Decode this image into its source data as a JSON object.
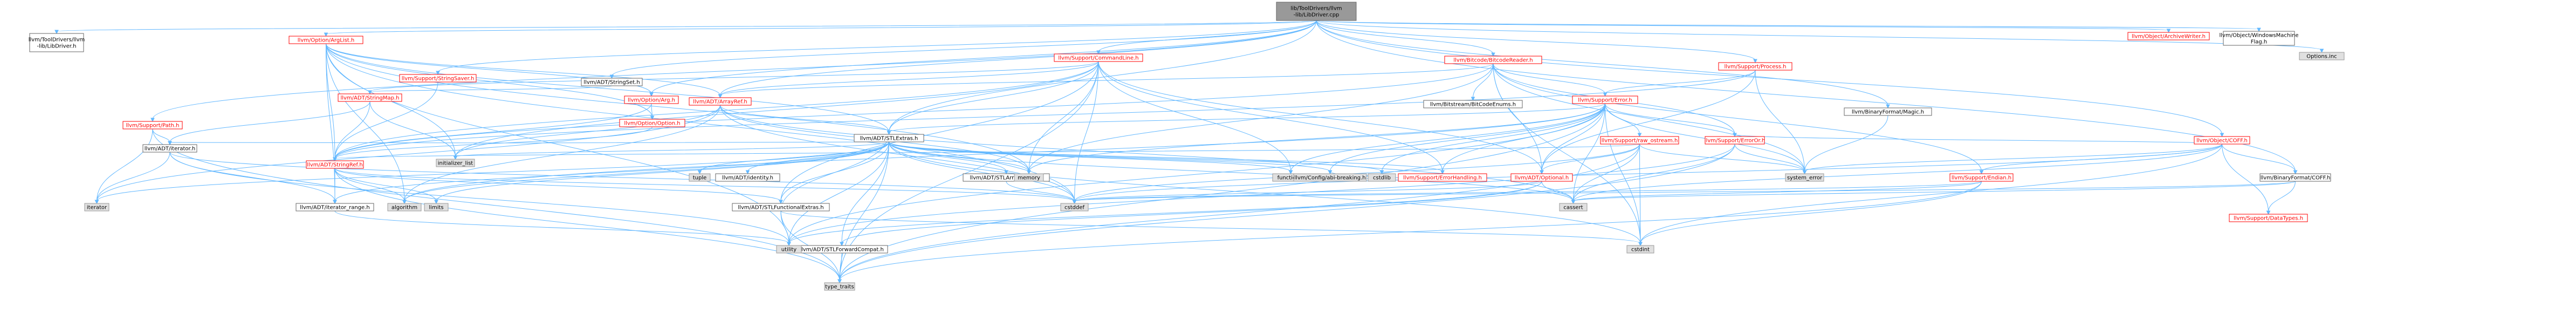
{
  "colors": {
    "root_fill": "#999999",
    "internal_fill": "#ffffff",
    "internal_stroke": "#ff0000",
    "internal_text": "#ff0000",
    "leaf_fill": "#e0e0e0",
    "leaf_stroke": "#999999",
    "text": "#000000",
    "edge": "#63b8ff"
  },
  "nodes": [
    {
      "id": "root",
      "lines": [
        "lib/ToolDrivers/llvm",
        "-lib/LibDriver.cpp"
      ],
      "kind": "root"
    },
    {
      "id": "libdriver",
      "lines": [
        "llvm/ToolDrivers/llvm",
        "-lib/LibDriver.h"
      ],
      "kind": "plain"
    },
    {
      "id": "optarglist",
      "lines": [
        "llvm/Option/ArgList.h"
      ],
      "kind": "internal"
    },
    {
      "id": "supportpath",
      "lines": [
        "llvm/Support/Path.h"
      ],
      "kind": "internal"
    },
    {
      "id": "stringset",
      "lines": [
        "llvm/ADT/StringSet.h"
      ],
      "kind": "plain"
    },
    {
      "id": "stringsaver",
      "lines": [
        "llvm/Support/StringSaver.h"
      ],
      "kind": "internal"
    },
    {
      "id": "stringmap",
      "lines": [
        "llvm/ADT/StringMap.h"
      ],
      "kind": "internal"
    },
    {
      "id": "adtiterator",
      "lines": [
        "llvm/ADT/iterator.h"
      ],
      "kind": "plain"
    },
    {
      "id": "stringref",
      "lines": [
        "llvm/ADT/StringRef.h"
      ],
      "kind": "internal"
    },
    {
      "id": "iterator",
      "lines": [
        "iterator"
      ],
      "kind": "leaf"
    },
    {
      "id": "iterrange",
      "lines": [
        "llvm/ADT/iterator_range.h"
      ],
      "kind": "plain"
    },
    {
      "id": "algorithm",
      "lines": [
        "algorithm"
      ],
      "kind": "leaf"
    },
    {
      "id": "limits",
      "lines": [
        "limits"
      ],
      "kind": "leaf"
    },
    {
      "id": "initlist",
      "lines": [
        "initializer_list"
      ],
      "kind": "leaf"
    },
    {
      "id": "optionarg",
      "lines": [
        "llvm/Option/Arg.h"
      ],
      "kind": "internal"
    },
    {
      "id": "optionoption",
      "lines": [
        "llvm/Option/Option.h"
      ],
      "kind": "internal"
    },
    {
      "id": "cmdline",
      "lines": [
        "llvm/Support/CommandLine.h"
      ],
      "kind": "internal"
    },
    {
      "id": "arrayref",
      "lines": [
        "llvm/ADT/ArrayRef.h"
      ],
      "kind": "internal"
    },
    {
      "id": "stlextras",
      "lines": [
        "llvm/ADT/STLExtras.h"
      ],
      "kind": "plain"
    },
    {
      "id": "tuple",
      "lines": [
        "tuple"
      ],
      "kind": "leaf"
    },
    {
      "id": "identity",
      "lines": [
        "llvm/ADT/identity.h"
      ],
      "kind": "plain"
    },
    {
      "id": "stlarrayext",
      "lines": [
        "llvm/ADT/STLArrayExtras.h"
      ],
      "kind": "plain"
    },
    {
      "id": "stlfuncext",
      "lines": [
        "llvm/ADT/STLFunctionalExtras.h"
      ],
      "kind": "plain"
    },
    {
      "id": "stlfwdcompat",
      "lines": [
        "llvm/ADT/STLForwardCompat.h"
      ],
      "kind": "plain"
    },
    {
      "id": "memory",
      "lines": [
        "memory"
      ],
      "kind": "leaf"
    },
    {
      "id": "functional",
      "lines": [
        "functional"
      ],
      "kind": "leaf"
    },
    {
      "id": "configabi",
      "lines": [
        "llvm/Config/abi-breaking.h"
      ],
      "kind": "leaf"
    },
    {
      "id": "cstdlib",
      "lines": [
        "cstdlib"
      ],
      "kind": "leaf"
    },
    {
      "id": "errhandling",
      "lines": [
        "llvm/Support/ErrorHandling.h"
      ],
      "kind": "internal"
    },
    {
      "id": "optional",
      "lines": [
        "llvm/ADT/Optional.h"
      ],
      "kind": "internal"
    },
    {
      "id": "cstddef",
      "lines": [
        "cstddef"
      ],
      "kind": "leaf"
    },
    {
      "id": "cassert",
      "lines": [
        "cassert"
      ],
      "kind": "leaf"
    },
    {
      "id": "utility",
      "lines": [
        "utility"
      ],
      "kind": "leaf"
    },
    {
      "id": "cstdint",
      "lines": [
        "cstdint"
      ],
      "kind": "leaf"
    },
    {
      "id": "typetraits",
      "lines": [
        "type_traits"
      ],
      "kind": "leaf"
    },
    {
      "id": "bitcodereader",
      "lines": [
        "llvm/Bitcode/BitcodeReader.h"
      ],
      "kind": "internal"
    },
    {
      "id": "bitstreamenums",
      "lines": [
        "llvm/Bitstream/BitCodeEnums.h"
      ],
      "kind": "plain"
    },
    {
      "id": "supporterror",
      "lines": [
        "llvm/Support/Error.h"
      ],
      "kind": "internal"
    },
    {
      "id": "rawostream",
      "lines": [
        "llvm/Support/raw_ostream.h"
      ],
      "kind": "internal"
    },
    {
      "id": "erroror",
      "lines": [
        "llvm/Support/ErrorOr.h"
      ],
      "kind": "internal"
    },
    {
      "id": "systemerror",
      "lines": [
        "system_error"
      ],
      "kind": "leaf"
    },
    {
      "id": "supportendian",
      "lines": [
        "llvm/Support/Endian.h"
      ],
      "kind": "internal"
    },
    {
      "id": "supportprocess",
      "lines": [
        "llvm/Support/Process.h"
      ],
      "kind": "internal"
    },
    {
      "id": "binaryformatmagic",
      "lines": [
        "llvm/BinaryFormat/Magic.h"
      ],
      "kind": "plain"
    },
    {
      "id": "objectcoff",
      "lines": [
        "llvm/Object/COFF.h"
      ],
      "kind": "internal"
    },
    {
      "id": "binaryformatcoff",
      "lines": [
        "llvm/BinaryFormat/COFF.h"
      ],
      "kind": "plain"
    },
    {
      "id": "datatypes",
      "lines": [
        "llvm/Support/DataTypes.h"
      ],
      "kind": "internal"
    },
    {
      "id": "archivewriter",
      "lines": [
        "llvm/Object/ArchiveWriter.h"
      ],
      "kind": "internal"
    },
    {
      "id": "windowsmachine",
      "lines": [
        "llvm/Object/WindowsMachine",
        "Flag.h"
      ],
      "kind": "plain"
    },
    {
      "id": "optionsinc",
      "lines": [
        "Options.inc"
      ],
      "kind": "leaf"
    }
  ],
  "edges": [
    [
      "root",
      "libdriver"
    ],
    [
      "root",
      "optarglist"
    ],
    [
      "root",
      "supportpath"
    ],
    [
      "root",
      "stringset"
    ],
    [
      "root",
      "stringsaver"
    ],
    [
      "root",
      "optionarg"
    ],
    [
      "root",
      "cmdline"
    ],
    [
      "root",
      "arrayref"
    ],
    [
      "root",
      "stlextras"
    ],
    [
      "root",
      "bitcodereader"
    ],
    [
      "root",
      "supportprocess"
    ],
    [
      "root",
      "binaryformatmagic"
    ],
    [
      "root",
      "objectcoff"
    ],
    [
      "root",
      "archivewriter"
    ],
    [
      "root",
      "windowsmachine"
    ],
    [
      "root",
      "optionsinc"
    ],
    [
      "root",
      "binaryformatcoff"
    ],
    [
      "optarglist",
      "arrayref"
    ],
    [
      "optarglist",
      "stringref"
    ],
    [
      "optarglist",
      "stlextras"
    ],
    [
      "optarglist",
      "optionarg"
    ],
    [
      "optarglist",
      "optionoption"
    ],
    [
      "optarglist",
      "iterrange"
    ],
    [
      "optarglist",
      "initlist"
    ],
    [
      "optarglist",
      "algorithm"
    ],
    [
      "optarglist",
      "memory"
    ],
    [
      "optarglist",
      "utility"
    ],
    [
      "optarglist",
      "cstddef"
    ],
    [
      "supportpath",
      "adtiterator"
    ],
    [
      "supportpath",
      "iterator"
    ],
    [
      "supportpath",
      "typetraits"
    ],
    [
      "stringset",
      "stringmap"
    ],
    [
      "stringsaver",
      "stringref"
    ],
    [
      "stringmap",
      "stringref"
    ],
    [
      "stringmap",
      "adtiterator"
    ],
    [
      "stringmap",
      "initlist"
    ],
    [
      "adtiterator",
      "iterrange"
    ],
    [
      "adtiterator",
      "iterator"
    ],
    [
      "adtiterator",
      "utility"
    ],
    [
      "adtiterator",
      "cstddef"
    ],
    [
      "stringref",
      "iterrange"
    ],
    [
      "stringref",
      "algorithm"
    ],
    [
      "stringref",
      "limits"
    ],
    [
      "stringref",
      "cstddef"
    ],
    [
      "stringref",
      "typetraits"
    ],
    [
      "stringref",
      "stlfuncext"
    ],
    [
      "iterrange",
      "utility"
    ],
    [
      "optionarg",
      "stringref"
    ],
    [
      "optionarg",
      "optionoption"
    ],
    [
      "optionoption",
      "stringref"
    ],
    [
      "cmdline",
      "arrayref"
    ],
    [
      "cmdline",
      "stlextras"
    ],
    [
      "cmdline",
      "stringmap"
    ],
    [
      "cmdline",
      "stringref"
    ],
    [
      "cmdline",
      "errhandling"
    ],
    [
      "cmdline",
      "stlfuncext"
    ],
    [
      "cmdline",
      "functional"
    ],
    [
      "cmdline",
      "cstddef"
    ],
    [
      "cmdline",
      "initlist"
    ],
    [
      "cmdline",
      "memory"
    ],
    [
      "cmdline",
      "typetraits"
    ],
    [
      "cmdline",
      "optional"
    ],
    [
      "arrayref",
      "stlextras"
    ],
    [
      "arrayref",
      "algorithm"
    ],
    [
      "arrayref",
      "memory"
    ],
    [
      "arrayref",
      "cassert"
    ],
    [
      "arrayref",
      "initlist"
    ],
    [
      "arrayref",
      "iterator"
    ],
    [
      "arrayref",
      "cstddef"
    ],
    [
      "stlextras",
      "tuple"
    ],
    [
      "stlextras",
      "identity"
    ],
    [
      "stlextras",
      "stlarrayext"
    ],
    [
      "stlextras",
      "stlfuncext"
    ],
    [
      "stlextras",
      "stlfwdcompat"
    ],
    [
      "stlextras",
      "iterrange"
    ],
    [
      "stlextras",
      "adtiterator"
    ],
    [
      "stlextras",
      "memory"
    ],
    [
      "stlextras",
      "functional"
    ],
    [
      "stlextras",
      "configabi"
    ],
    [
      "stlextras",
      "errhandling"
    ],
    [
      "stlextras",
      "cassert"
    ],
    [
      "stlextras",
      "cstdint"
    ],
    [
      "stlextras",
      "cstdlib"
    ],
    [
      "stlextras",
      "utility"
    ],
    [
      "stlextras",
      "typetraits"
    ],
    [
      "stlextras",
      "algorithm"
    ],
    [
      "stlextras",
      "limits"
    ],
    [
      "stlextras",
      "initlist"
    ],
    [
      "stlextras",
      "cstddef"
    ],
    [
      "stlextras",
      "iterator"
    ],
    [
      "stlfuncext",
      "stlextras"
    ],
    [
      "stlfuncext",
      "utility"
    ],
    [
      "stlfuncext",
      "cstdint"
    ],
    [
      "stlfuncext",
      "typetraits"
    ],
    [
      "stlfwdcompat",
      "typetraits"
    ],
    [
      "stlarrayext",
      "cstddef"
    ],
    [
      "errhandling",
      "configabi"
    ],
    [
      "optional",
      "cassert"
    ],
    [
      "optional",
      "stlfwdcompat"
    ],
    [
      "optional",
      "utility"
    ],
    [
      "optional",
      "cstddef"
    ],
    [
      "bitcodereader",
      "arrayref"
    ],
    [
      "bitcodereader",
      "stringref"
    ],
    [
      "bitcodereader",
      "bitstreamenums"
    ],
    [
      "bitcodereader",
      "supporterror"
    ],
    [
      "bitcodereader",
      "erroror"
    ],
    [
      "bitcodereader",
      "supportendian"
    ],
    [
      "bitcodereader",
      "cstdint"
    ],
    [
      "bitcodereader",
      "memory"
    ],
    [
      "bitcodereader",
      "systemerror"
    ],
    [
      "bitcodereader",
      "optional"
    ],
    [
      "supporterror",
      "stlextras"
    ],
    [
      "supporterror",
      "configabi"
    ],
    [
      "supporterror",
      "errhandling"
    ],
    [
      "supporterror",
      "rawostream"
    ],
    [
      "supporterror",
      "erroror"
    ],
    [
      "supporterror",
      "algorithm"
    ],
    [
      "supporterror",
      "cassert"
    ],
    [
      "supporterror",
      "cstdint"
    ],
    [
      "supporterror",
      "cstdlib"
    ],
    [
      "supporterror",
      "functional"
    ],
    [
      "supporterror",
      "memory"
    ],
    [
      "supporterror",
      "systemerror"
    ],
    [
      "supporterror",
      "typetraits"
    ],
    [
      "supporterror",
      "utility"
    ],
    [
      "supporterror",
      "optional"
    ],
    [
      "rawostream",
      "stringref"
    ],
    [
      "rawostream",
      "cassert"
    ],
    [
      "rawostream",
      "cstddef"
    ],
    [
      "rawostream",
      "cstdint"
    ],
    [
      "rawostream",
      "systemerror"
    ],
    [
      "rawostream",
      "typetraits"
    ],
    [
      "rawostream",
      "optional"
    ],
    [
      "erroror",
      "cassert"
    ],
    [
      "erroror",
      "systemerror"
    ],
    [
      "erroror",
      "typetraits"
    ],
    [
      "erroror",
      "utility"
    ],
    [
      "supportendian",
      "cassert"
    ],
    [
      "supportendian",
      "cstddef"
    ],
    [
      "supportendian",
      "cstdint"
    ],
    [
      "supportendian",
      "typetraits"
    ],
    [
      "supportprocess",
      "supporterror"
    ],
    [
      "supportprocess",
      "optional"
    ],
    [
      "supportprocess",
      "systemerror"
    ],
    [
      "supportprocess",
      "stringref"
    ],
    [
      "binaryformatmagic",
      "systemerror"
    ],
    [
      "objectcoff",
      "binaryformatcoff"
    ],
    [
      "objectcoff",
      "supportendian"
    ],
    [
      "objectcoff",
      "erroror"
    ],
    [
      "objectcoff",
      "cassert"
    ],
    [
      "objectcoff",
      "cstddef"
    ],
    [
      "objectcoff",
      "cstdint"
    ],
    [
      "objectcoff",
      "systemerror"
    ],
    [
      "objectcoff",
      "datatypes"
    ],
    [
      "binaryformatcoff",
      "datatypes"
    ],
    [
      "binaryformatcoff",
      "cassert"
    ],
    [
      "binaryformatcoff",
      "cstddef"
    ]
  ]
}
